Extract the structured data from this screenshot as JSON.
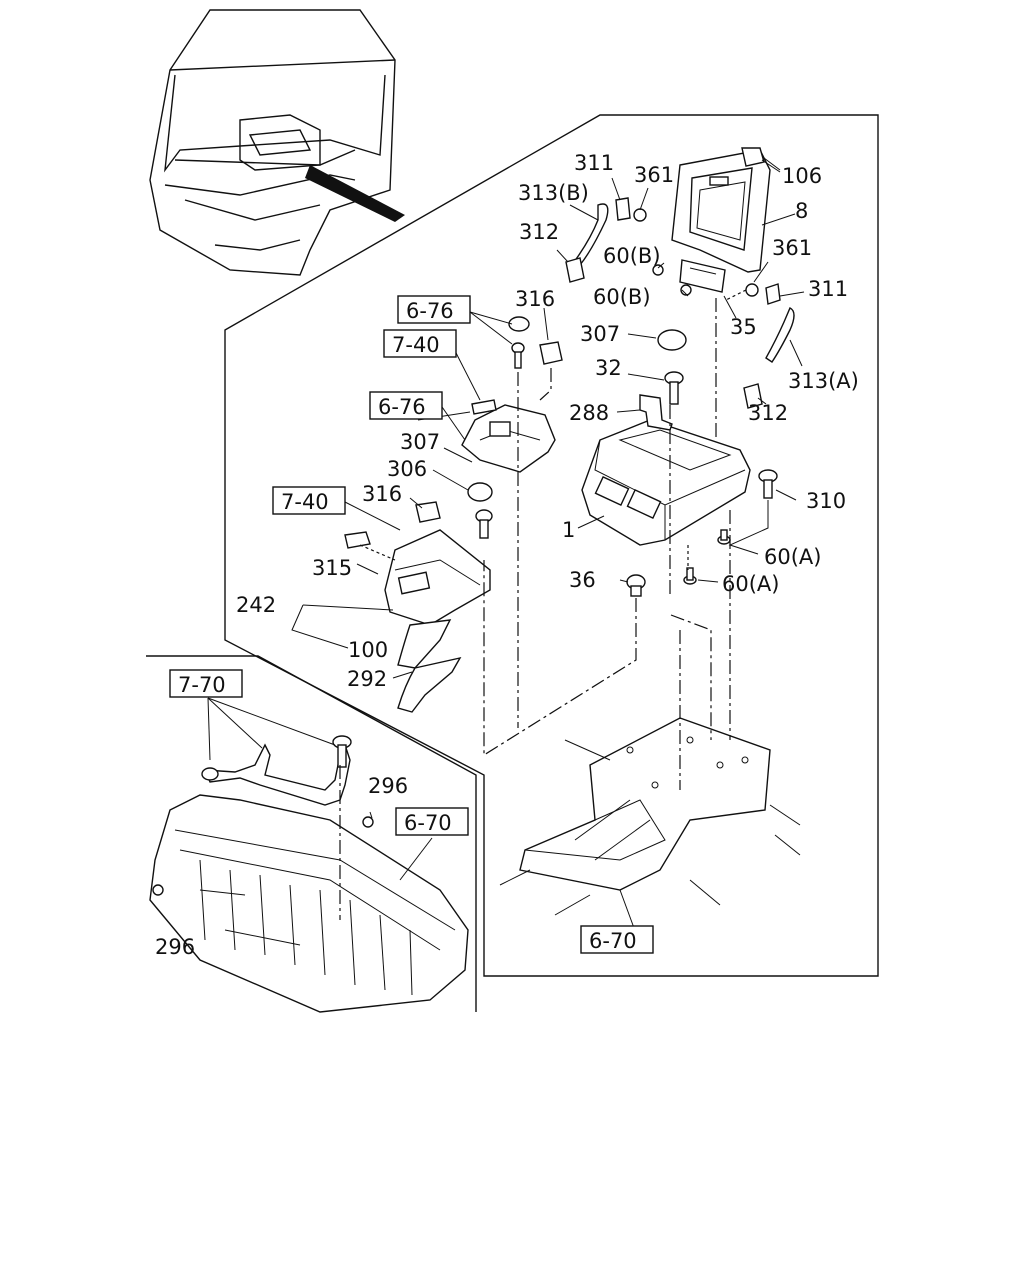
{
  "labels": {
    "p106": "106",
    "p8": "8",
    "p311a": "311",
    "p361a": "361",
    "p313b": "313(B)",
    "p312a": "312",
    "p60b_a": "60(B)",
    "p60b_b": "60(B)",
    "p361b": "361",
    "p311b": "311",
    "p35": "35",
    "p313a": "313(A)",
    "p312b": "312",
    "p316a": "316",
    "p307a": "307",
    "p32": "32",
    "p288": "288",
    "p307b": "307",
    "p306": "306",
    "p316b": "316",
    "p310": "310",
    "p1": "1",
    "p60a_a": "60(A)",
    "p36": "36",
    "p60a_b": "60(A)",
    "p315": "315",
    "p242": "242",
    "p100": "100",
    "p292": "292",
    "p296a": "296",
    "p296b": "296"
  },
  "refs": {
    "r676a": "6-76",
    "r740a": "7-40",
    "r676b": "6-76",
    "r740b": "7-40",
    "r770": "7-70",
    "r670a": "6-70",
    "r670b": "6-70"
  }
}
